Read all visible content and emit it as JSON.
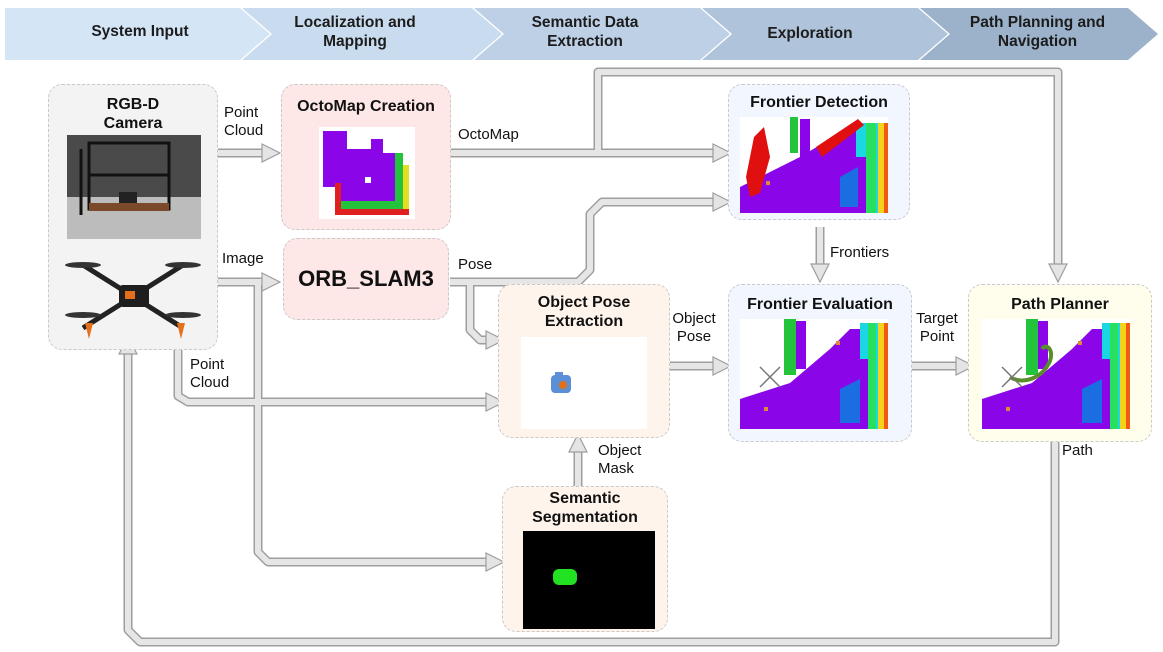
{
  "stages": [
    "System Input",
    "Localization and Mapping",
    "Semantic Data Extraction",
    "Exploration",
    "Path Planning and Navigation"
  ],
  "colors": {
    "stage_grad_start": "#cfe2f3",
    "stage_grad_end": "#92a9c2",
    "arrow_fill": "#e4e4e4",
    "arrow_stroke": "#9e9e9e",
    "octomap_bg": "#fde7e7",
    "orb_bg": "#fde7e7",
    "camera_bg": "#f3f3f3",
    "pose_bg": "#fff4ec",
    "seg_bg": "#fff4ec",
    "exploration_bg": "#f2f6ff",
    "planner_bg": "#fffdec",
    "voxel_purple": "#8a06e8",
    "frontier_red": "#e01010",
    "mask_green": "#22e322"
  },
  "nodes": {
    "camera": "RGB-D Camera",
    "octomap": "OctoMap Creation",
    "orb": "ORB_SLAM3",
    "frontier_detection": "Frontier Detection",
    "object_pose": "Object Pose Extraction",
    "frontier_evaluation": "Frontier Evaluation",
    "path_planner": "Path Planner",
    "segmentation": "Semantic Segmentation"
  },
  "edges": {
    "point_cloud": "Point Cloud",
    "image": "Image",
    "point_cloud_2": "Point Cloud",
    "octomap": "OctoMap",
    "pose": "Pose",
    "frontiers": "Frontiers",
    "object_pose": "Object Pose",
    "target_point": "Target Point",
    "object_mask": "Object Mask",
    "path": "Path"
  }
}
